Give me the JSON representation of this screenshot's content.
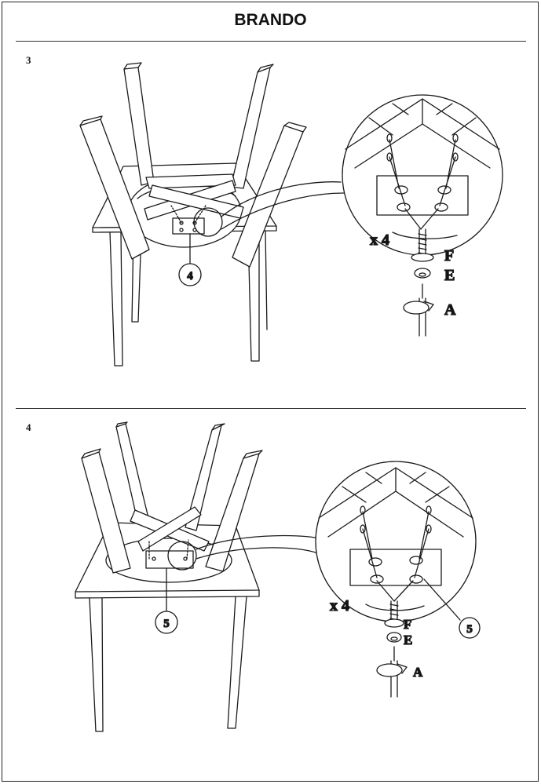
{
  "header": {
    "title": "BRANDO"
  },
  "steps": [
    {
      "number": "3",
      "callout": "4",
      "quantity": "x 4",
      "parts": [
        "F",
        "E",
        "A"
      ]
    },
    {
      "number": "4",
      "callout": "5",
      "detail_callout": "5",
      "quantity": "x 4",
      "parts": [
        "F",
        "E",
        "A"
      ]
    }
  ]
}
